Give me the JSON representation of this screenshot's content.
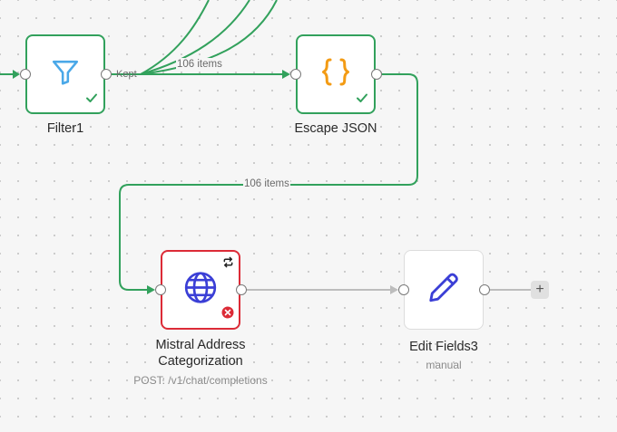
{
  "nodes": {
    "filter": {
      "label": "Filter1"
    },
    "escape_json": {
      "label": "Escape JSON"
    },
    "mistral": {
      "label_line1": "Mistral Address",
      "label_line2": "Categorization",
      "subtitle": "POST: /v1/chat/completions"
    },
    "edit_fields": {
      "label": "Edit Fields3",
      "subtitle": "manual"
    }
  },
  "edges": {
    "kept_label": "Kept",
    "filter_to_escape_count": "106 items",
    "escape_to_mistral_count": "106 items"
  },
  "add_button": {
    "label": "+"
  },
  "colors": {
    "success": "#32a15c",
    "error": "#dc2b37",
    "filter_icon": "#4aa8e8",
    "json_icon": "#f39b14",
    "globe_icon": "#3b3fd6",
    "pencil_icon": "#3b3fd6",
    "wire_inactive": "#bdbdbd"
  },
  "icons": {
    "filter": "filter-funnel-icon",
    "escape_json": "curly-braces-icon",
    "mistral": "globe-icon",
    "edit_fields": "pencil-icon"
  }
}
